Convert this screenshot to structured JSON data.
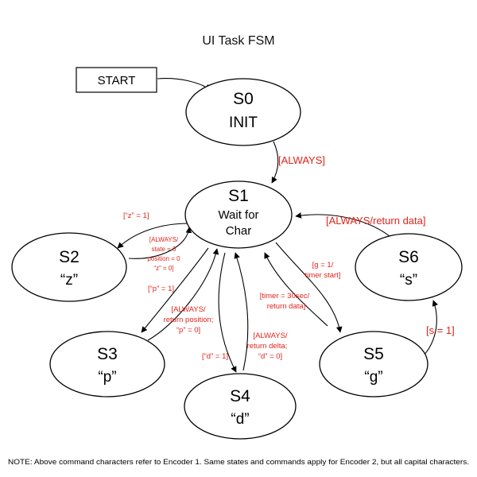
{
  "title": "UI Task FSM",
  "start_label": "START",
  "states": {
    "s0": {
      "name": "S0",
      "desc": "INIT"
    },
    "s1": {
      "name": "S1",
      "desc_line1": "Wait for",
      "desc_line2": "Char"
    },
    "s2": {
      "name": "S2",
      "desc": "“z”"
    },
    "s3": {
      "name": "S3",
      "desc": "“p”"
    },
    "s4": {
      "name": "S4",
      "desc": "“d”"
    },
    "s5": {
      "name": "S5",
      "desc": "“g”"
    },
    "s6": {
      "name": "S6",
      "desc": "“s”"
    }
  },
  "transitions": {
    "s0_s1": "[ALWAYS]",
    "s1_s2": "[“z” = 1]",
    "s2_s1": [
      "[ALWAYS/",
      "state = 0",
      "position = 0",
      "“z” = 0]"
    ],
    "s1_s3": "[“p” = 1]",
    "s3_s1": [
      "[ALWAYS/",
      "return position;",
      "“p” = 0]"
    ],
    "s1_s4": "[“d” = 1]",
    "s4_s1": [
      "[ALWAYS/",
      "return delta;",
      "“d” = 0]"
    ],
    "s1_s5": [
      "[g = 1/",
      "timer start]"
    ],
    "s5_s1": [
      "[timer = 30sec/",
      "return data]"
    ],
    "s5_s6": "[s = 1]",
    "s6_s1": "[ALWAYS/return data]"
  },
  "note": "NOTE: Above command characters refer to Encoder 1. Same states and commands apply for Encoder 2, but all capital characters."
}
